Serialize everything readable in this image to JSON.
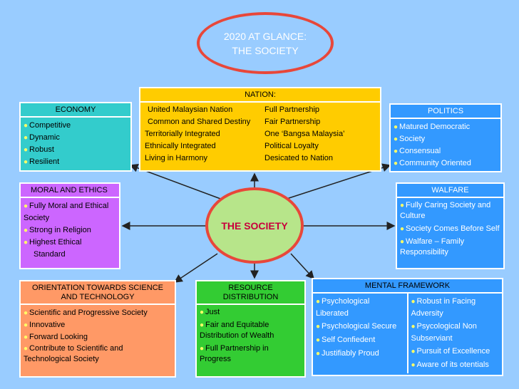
{
  "title": {
    "line1": "2020 AT GLANCE:",
    "line2": "THE SOCIETY"
  },
  "center": {
    "label": "THE SOCIETY"
  },
  "economy": {
    "header": "ECONOMY",
    "items": [
      "Competitive",
      "Dynamic",
      "Robust",
      "Resilient"
    ]
  },
  "nation": {
    "header": "NATION:",
    "left": [
      "United Malaysian Nation",
      "Common and Shared Destiny",
      "Territorially Integrated",
      "Ethnically Integrated",
      "Living in Harmony"
    ],
    "right": [
      "Full Partnership",
      "Fair Partnership",
      "One ‘Bangsa Malaysia’",
      "Political Loyalty",
      "Desicated to Nation"
    ]
  },
  "politics": {
    "header": "POLITICS",
    "items": [
      "Matured Democratic",
      "Society",
      "Consensual",
      "Community Oriented"
    ]
  },
  "moral": {
    "header": "MORAL AND ETHICS",
    "items": [
      "Fully Moral and Ethical   Society",
      "Strong in Religion",
      "Highest Ethical",
      "Standard"
    ]
  },
  "walfare": {
    "header": "WALFARE",
    "items": [
      "Fully Caring Society and Culture",
      "Society Comes Before Self",
      "Walfare – Family Responsibility"
    ]
  },
  "science": {
    "header_line1": "ORIENTATION TOWARDS SCIENCE",
    "header_line2": "AND TECHNOLOGY",
    "items": [
      "Scientific and Progressive Society",
      "Innovative",
      "Forward Looking",
      "Contribute to Scientific and Technological Society"
    ]
  },
  "resource": {
    "header_line1": "RESOURCE",
    "header_line2": "DISTRIBUTION",
    "items": [
      "Just",
      "Fair and Equitable Distribution of Wealth",
      "Full Partnership in Progress"
    ]
  },
  "mental": {
    "header": "MENTAL FRAMEWORK",
    "left": [
      "Psychological Liberated",
      "Psychological Secure",
      "Self Confiedent",
      "Justifiably Proud"
    ],
    "right": [
      "Robust in Facing Adversity",
      "Psycological Non Subserviant",
      "Pursuit of   Excellence",
      "Aware of its otentials"
    ]
  },
  "colors": {
    "background": "#99ccff",
    "oval_border": "#e8473a",
    "center_fill": "#b7e58a",
    "center_text": "#c8003c"
  }
}
